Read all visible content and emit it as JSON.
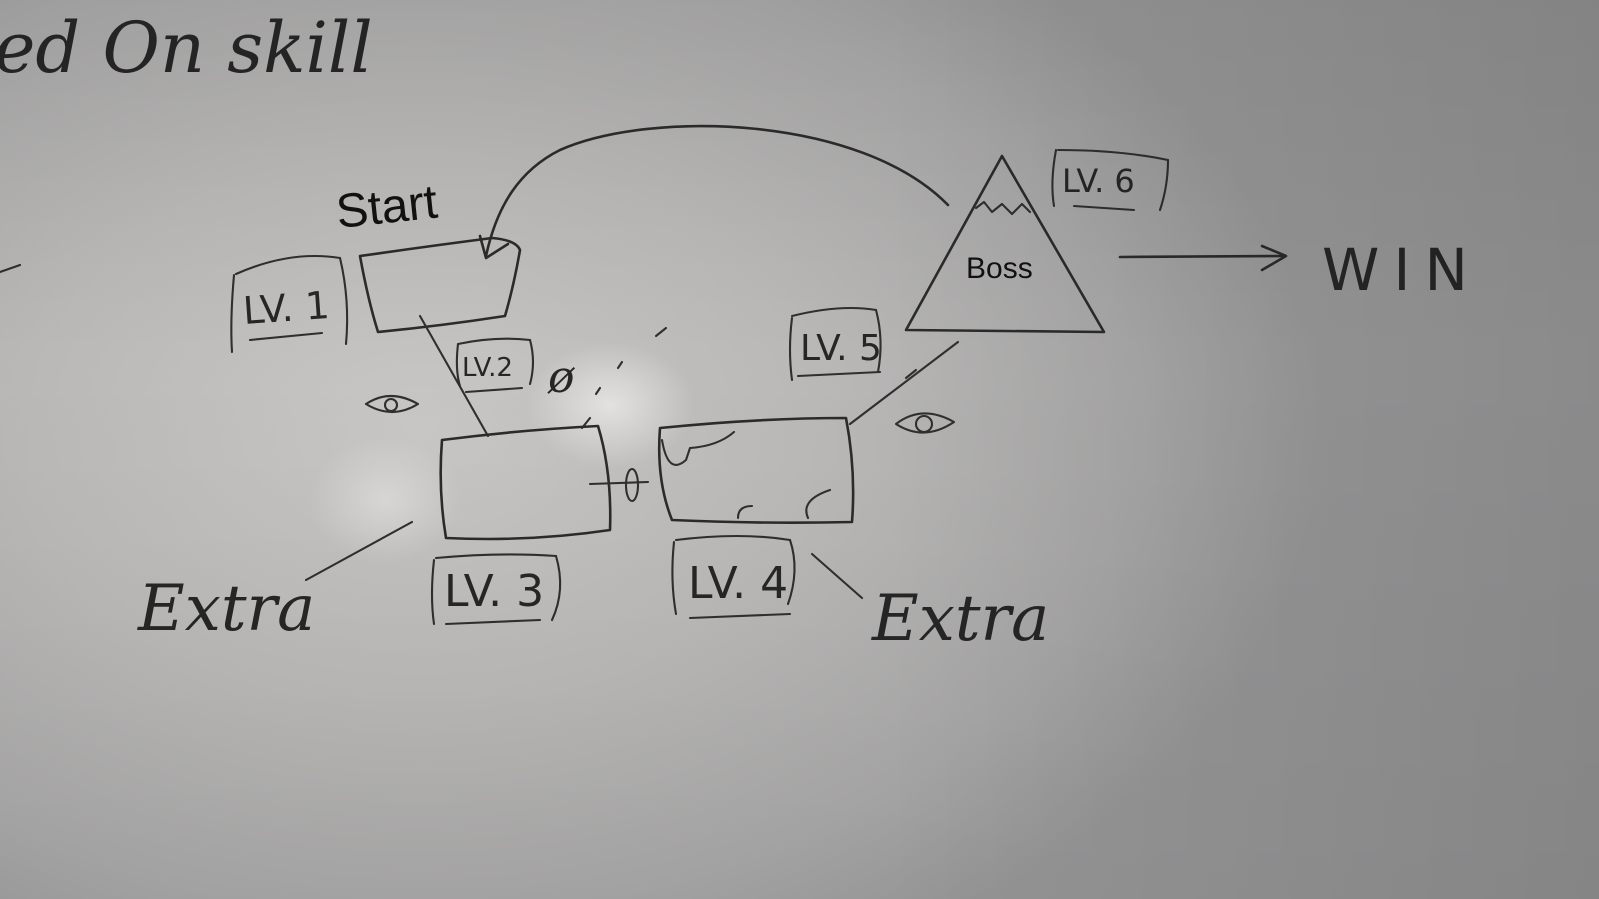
{
  "whiteboard": {
    "heading_partial": "ed On skill",
    "start_label": "Start",
    "boss_label": "Boss",
    "win_label": "WIN",
    "levels": {
      "lv1": "LV. 1",
      "lv2": "LV.2",
      "lv3": "LV. 3",
      "lv4": "LV. 4",
      "lv5": "LV. 5",
      "lv6": "LV. 6"
    },
    "extra_left": "Extra",
    "extra_right": "Extra",
    "blocked_symbol": "ø",
    "ink_color": "#2b2b2b",
    "board_color": "#c3c2c0"
  }
}
